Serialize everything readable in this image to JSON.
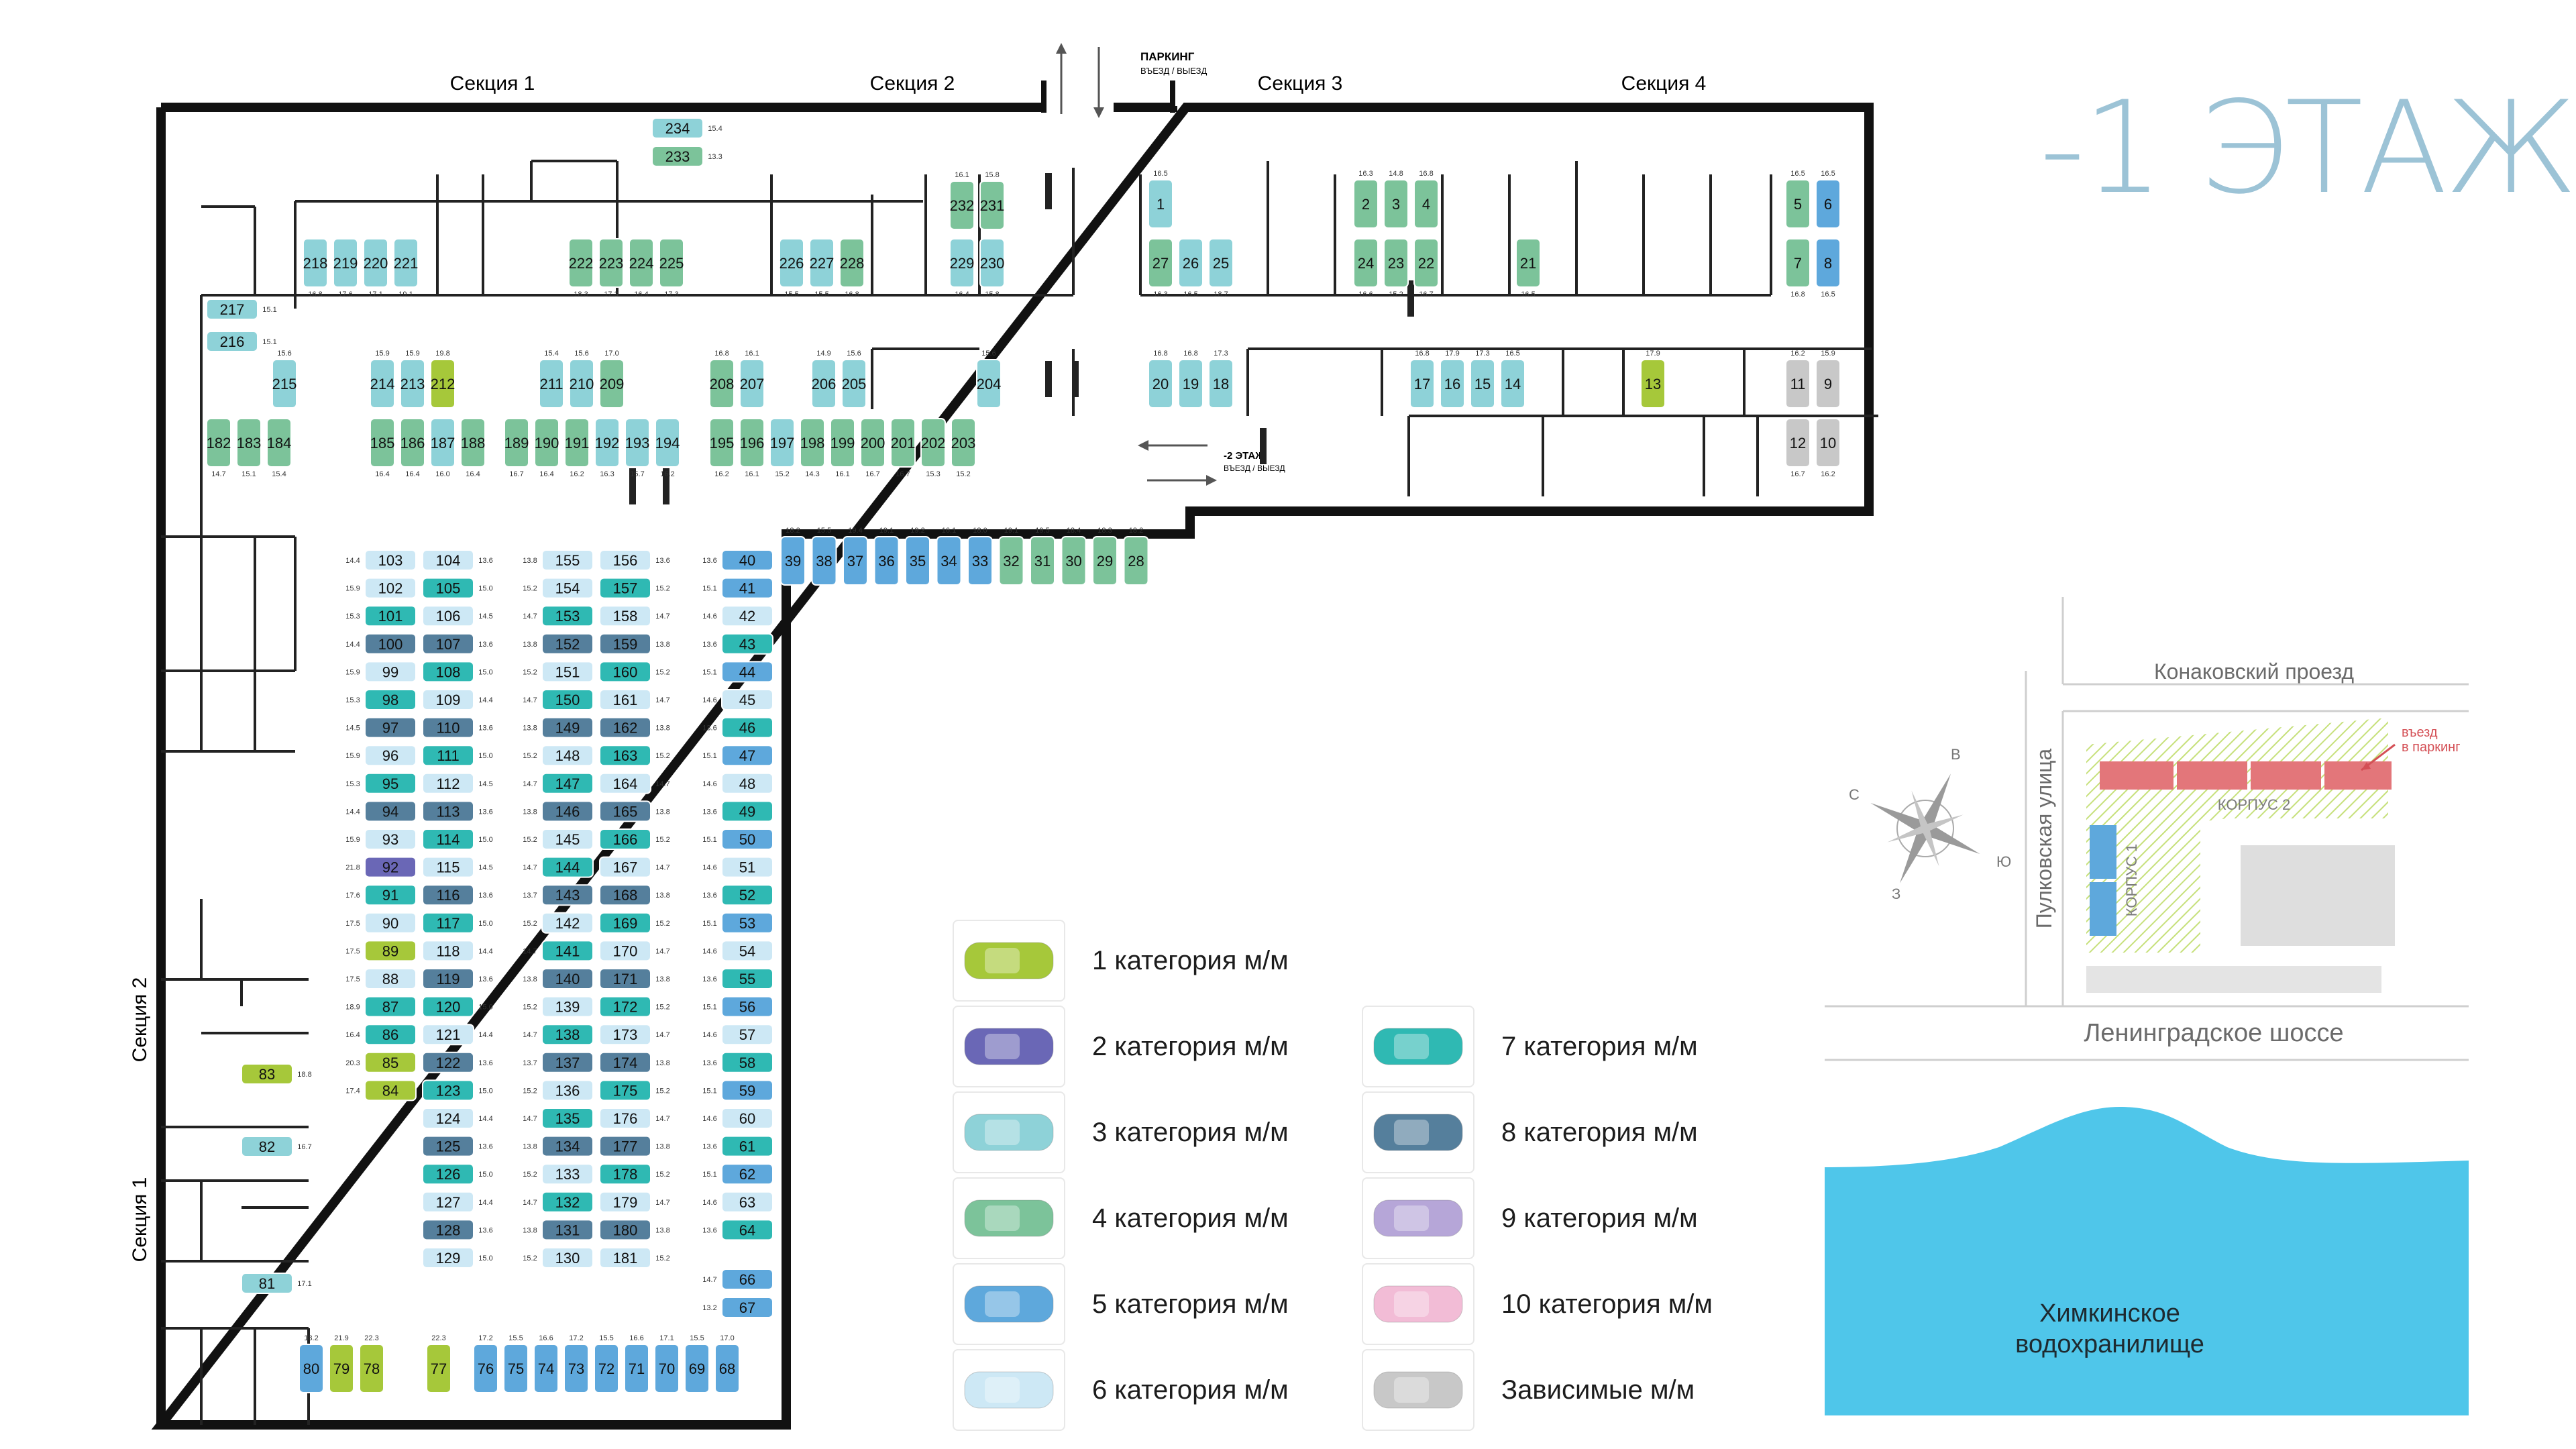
{
  "title": "-1 ЭТАЖ",
  "sections_top": [
    "Секция 1",
    "Секция 2",
    "Секция 3",
    "Секция 4"
  ],
  "sections_left": [
    "Секция 2",
    "Секция 1"
  ],
  "entrance_top": {
    "title": "ПАРКИНГ",
    "subtitle": "ВЪЕЗД / ВЫЕЗД"
  },
  "entrance_mid": {
    "title": "-2 ЭТАЖ",
    "subtitle": "ВЪЕЗД / ВЫЕЗД"
  },
  "colors": {
    "c1": "#a6c83a",
    "c2": "#6a67b6",
    "c3": "#8ed2d8",
    "c4": "#7cc39a",
    "c5": "#5ea8dc",
    "c6": "#cde8f5",
    "c7": "#2fb9b3",
    "c8": "#557f9c",
    "c9": "#b6a6d8",
    "c10": "#f2bcd6",
    "dep": "#c8c8c8"
  },
  "legend": [
    {
      "cat": "c1",
      "label": "1 категория м/м"
    },
    {
      "cat": "c2",
      "label": "2 категория м/м"
    },
    {
      "cat": "c3",
      "label": "3 категория м/м"
    },
    {
      "cat": "c4",
      "label": "4 категория м/м"
    },
    {
      "cat": "c5",
      "label": "5 категория м/м"
    },
    {
      "cat": "c6",
      "label": "6 категория м/м"
    },
    {
      "cat": "c7",
      "label": "7 категория м/м"
    },
    {
      "cat": "c8",
      "label": "8 категория м/м"
    },
    {
      "cat": "c9",
      "label": "9 категория м/м"
    },
    {
      "cat": "c10",
      "label": "10 категория м/м"
    },
    {
      "cat": "dep",
      "label": "Зависимые м/м"
    }
  ],
  "site_map": {
    "road_top": "Конаковский проезд",
    "road_left": "Пулковская улица",
    "road_bottom": "Ленинградское шоссе",
    "entrance_note": [
      "въезд",
      "в паркинг"
    ],
    "korpus1": "КОРПУС 1",
    "korpus2": "КОРПУС 2",
    "water": [
      "Химкинское",
      "водохранилище"
    ],
    "compass": {
      "n": "В",
      "w": "С",
      "e": "Ю",
      "s": "З"
    }
  },
  "spots": [
    {
      "n": "234",
      "cat": "c3",
      "a": "15.4"
    },
    {
      "n": "233",
      "cat": "c4",
      "a": "13.3"
    },
    {
      "n": "218",
      "cat": "c3",
      "a": "16.8"
    },
    {
      "n": "219",
      "cat": "c3",
      "a": "17.6"
    },
    {
      "n": "220",
      "cat": "c3",
      "a": "17.1"
    },
    {
      "n": "221",
      "cat": "c3",
      "a": "19.1"
    },
    {
      "n": "222",
      "cat": "c4",
      "a": "18.3"
    },
    {
      "n": "223",
      "cat": "c4",
      "a": "17.3"
    },
    {
      "n": "224",
      "cat": "c4",
      "a": "16.4"
    },
    {
      "n": "225",
      "cat": "c4",
      "a": "17.3"
    },
    {
      "n": "226",
      "cat": "c3",
      "a": "15.5"
    },
    {
      "n": "227",
      "cat": "c3",
      "a": "15.5"
    },
    {
      "n": "228",
      "cat": "c4",
      "a": "16.8"
    },
    {
      "n": "232",
      "cat": "c4",
      "a": "16.1"
    },
    {
      "n": "231",
      "cat": "c4",
      "a": "15.8"
    },
    {
      "n": "229",
      "cat": "c3",
      "a": "16.4"
    },
    {
      "n": "230",
      "cat": "c3",
      "a": "15.8"
    },
    {
      "n": "217",
      "cat": "c3",
      "a": "15.1"
    },
    {
      "n": "216",
      "cat": "c3",
      "a": "15.1"
    },
    {
      "n": "215",
      "cat": "c3",
      "a": "15.6"
    },
    {
      "n": "214",
      "cat": "c3",
      "a": "15.9"
    },
    {
      "n": "213",
      "cat": "c3",
      "a": "15.9"
    },
    {
      "n": "212",
      "cat": "c1",
      "a": "19.8"
    },
    {
      "n": "211",
      "cat": "c3",
      "a": "15.4"
    },
    {
      "n": "210",
      "cat": "c3",
      "a": "15.6"
    },
    {
      "n": "209",
      "cat": "c4",
      "a": "17.0"
    },
    {
      "n": "208",
      "cat": "c4",
      "a": "16.8"
    },
    {
      "n": "207",
      "cat": "c3",
      "a": "16.1"
    },
    {
      "n": "206",
      "cat": "c3",
      "a": "14.9"
    },
    {
      "n": "205",
      "cat": "c3",
      "a": "15.6"
    },
    {
      "n": "204",
      "cat": "c3",
      "a": "15.6"
    },
    {
      "n": "182",
      "cat": "c4",
      "a": "14.7"
    },
    {
      "n": "183",
      "cat": "c4",
      "a": "15.1"
    },
    {
      "n": "184",
      "cat": "c4",
      "a": "15.4"
    },
    {
      "n": "185",
      "cat": "c4",
      "a": "16.4"
    },
    {
      "n": "186",
      "cat": "c4",
      "a": "16.4"
    },
    {
      "n": "187",
      "cat": "c3",
      "a": "16.0"
    },
    {
      "n": "188",
      "cat": "c4",
      "a": "16.4"
    },
    {
      "n": "189",
      "cat": "c4",
      "a": "16.7"
    },
    {
      "n": "190",
      "cat": "c4",
      "a": "16.4"
    },
    {
      "n": "191",
      "cat": "c4",
      "a": "16.2"
    },
    {
      "n": "192",
      "cat": "c3",
      "a": "16.3"
    },
    {
      "n": "193",
      "cat": "c3",
      "a": "15.7"
    },
    {
      "n": "194",
      "cat": "c3",
      "a": "16.2"
    },
    {
      "n": "195",
      "cat": "c4",
      "a": "16.2"
    },
    {
      "n": "196",
      "cat": "c4",
      "a": "16.1"
    },
    {
      "n": "197",
      "cat": "c3",
      "a": "15.2"
    },
    {
      "n": "198",
      "cat": "c4",
      "a": "14.3"
    },
    {
      "n": "199",
      "cat": "c4",
      "a": "16.1"
    },
    {
      "n": "200",
      "cat": "c4",
      "a": "16.7"
    },
    {
      "n": "201",
      "cat": "c4",
      "a": "16.7"
    },
    {
      "n": "202",
      "cat": "c4",
      "a": "15.3"
    },
    {
      "n": "203",
      "cat": "c4",
      "a": "15.2"
    },
    {
      "n": "1",
      "cat": "c3",
      "a": "16.5"
    },
    {
      "n": "27",
      "cat": "c4",
      "a": "16.3"
    },
    {
      "n": "26",
      "cat": "c3",
      "a": "16.5"
    },
    {
      "n": "25",
      "cat": "c3",
      "a": "18.7"
    },
    {
      "n": "2",
      "cat": "c4",
      "a": "16.3"
    },
    {
      "n": "3",
      "cat": "c4",
      "a": "14.8"
    },
    {
      "n": "4",
      "cat": "c4",
      "a": "16.8"
    },
    {
      "n": "24",
      "cat": "c4",
      "a": "16.6"
    },
    {
      "n": "23",
      "cat": "c4",
      "a": "15.2"
    },
    {
      "n": "22",
      "cat": "c4",
      "a": "16.7"
    },
    {
      "n": "21",
      "cat": "c4",
      "a": "16.5"
    },
    {
      "n": "5",
      "cat": "c4",
      "a": "16.5"
    },
    {
      "n": "6",
      "cat": "c5",
      "a": "16.5"
    },
    {
      "n": "7",
      "cat": "c4",
      "a": "16.8"
    },
    {
      "n": "8",
      "cat": "c5",
      "a": "16.5"
    },
    {
      "n": "20",
      "cat": "c3",
      "a": "16.8"
    },
    {
      "n": "19",
      "cat": "c3",
      "a": "16.8"
    },
    {
      "n": "18",
      "cat": "c3",
      "a": "17.3"
    },
    {
      "n": "17",
      "cat": "c3",
      "a": "16.8"
    },
    {
      "n": "16",
      "cat": "c3",
      "a": "17.9"
    },
    {
      "n": "15",
      "cat": "c3",
      "a": "17.3"
    },
    {
      "n": "14",
      "cat": "c3",
      "a": "16.5"
    },
    {
      "n": "13",
      "cat": "c1",
      "a": "17.9"
    },
    {
      "n": "11",
      "cat": "dep",
      "a": "16.2"
    },
    {
      "n": "9",
      "cat": "dep",
      "a": "15.9"
    },
    {
      "n": "12",
      "cat": "dep",
      "a": "16.7"
    },
    {
      "n": "10",
      "cat": "dep",
      "a": "16.2"
    },
    {
      "n": "39",
      "cat": "c5",
      "a": "18.2"
    },
    {
      "n": "38",
      "cat": "c5",
      "a": "15.5"
    },
    {
      "n": "37",
      "cat": "c5",
      "a": "19.4"
    },
    {
      "n": "36",
      "cat": "c5",
      "a": "19.1"
    },
    {
      "n": "35",
      "cat": "c5",
      "a": "19.2"
    },
    {
      "n": "34",
      "cat": "c5",
      "a": "16.1"
    },
    {
      "n": "33",
      "cat": "c5",
      "a": "18.0"
    },
    {
      "n": "32",
      "cat": "c4",
      "a": "19.1"
    },
    {
      "n": "31",
      "cat": "c4",
      "a": "19.5"
    },
    {
      "n": "30",
      "cat": "c4",
      "a": "18.4"
    },
    {
      "n": "29",
      "cat": "c4",
      "a": "18.3"
    },
    {
      "n": "28",
      "cat": "c4",
      "a": "18.2"
    },
    {
      "n": "103",
      "cat": "c6",
      "a": "14.4"
    },
    {
      "n": "102",
      "cat": "c6",
      "a": "15.9"
    },
    {
      "n": "101",
      "cat": "c7",
      "a": "15.3"
    },
    {
      "n": "100",
      "cat": "c8",
      "a": "14.4"
    },
    {
      "n": "99",
      "cat": "c6",
      "a": "15.9"
    },
    {
      "n": "98",
      "cat": "c7",
      "a": "15.3"
    },
    {
      "n": "97",
      "cat": "c8",
      "a": "14.5"
    },
    {
      "n": "96",
      "cat": "c6",
      "a": "15.9"
    },
    {
      "n": "95",
      "cat": "c7",
      "a": "15.3"
    },
    {
      "n": "94",
      "cat": "c8",
      "a": "14.4"
    },
    {
      "n": "93",
      "cat": "c6",
      "a": "15.9"
    },
    {
      "n": "92",
      "cat": "c2",
      "a": "21.8"
    },
    {
      "n": "91",
      "cat": "c7",
      "a": "17.6"
    },
    {
      "n": "90",
      "cat": "c6",
      "a": "17.5"
    },
    {
      "n": "89",
      "cat": "c1",
      "a": "17.5"
    },
    {
      "n": "88",
      "cat": "c6",
      "a": "17.5"
    },
    {
      "n": "87",
      "cat": "c7",
      "a": "18.9"
    },
    {
      "n": "86",
      "cat": "c7",
      "a": "16.4"
    },
    {
      "n": "85",
      "cat": "c1",
      "a": "20.3"
    },
    {
      "n": "84",
      "cat": "c1",
      "a": "17.4"
    },
    {
      "n": "104",
      "cat": "c6",
      "a": "13.6"
    },
    {
      "n": "105",
      "cat": "c7",
      "a": "15.0"
    },
    {
      "n": "106",
      "cat": "c6",
      "a": "14.5"
    },
    {
      "n": "107",
      "cat": "c8",
      "a": "13.6"
    },
    {
      "n": "108",
      "cat": "c7",
      "a": "15.0"
    },
    {
      "n": "109",
      "cat": "c6",
      "a": "14.4"
    },
    {
      "n": "110",
      "cat": "c8",
      "a": "13.6"
    },
    {
      "n": "111",
      "cat": "c7",
      "a": "15.0"
    },
    {
      "n": "112",
      "cat": "c6",
      "a": "14.5"
    },
    {
      "n": "113",
      "cat": "c8",
      "a": "13.6"
    },
    {
      "n": "114",
      "cat": "c7",
      "a": "15.0"
    },
    {
      "n": "115",
      "cat": "c6",
      "a": "14.5"
    },
    {
      "n": "116",
      "cat": "c8",
      "a": "13.6"
    },
    {
      "n": "117",
      "cat": "c7",
      "a": "15.0"
    },
    {
      "n": "118",
      "cat": "c6",
      "a": "14.4"
    },
    {
      "n": "119",
      "cat": "c8",
      "a": "13.6"
    },
    {
      "n": "120",
      "cat": "c7",
      "a": "15.0"
    },
    {
      "n": "121",
      "cat": "c6",
      "a": "14.4"
    },
    {
      "n": "122",
      "cat": "c8",
      "a": "13.6"
    },
    {
      "n": "123",
      "cat": "c7",
      "a": "15.0"
    },
    {
      "n": "124",
      "cat": "c6",
      "a": "14.4"
    },
    {
      "n": "125",
      "cat": "c8",
      "a": "13.6"
    },
    {
      "n": "126",
      "cat": "c7",
      "a": "15.0"
    },
    {
      "n": "127",
      "cat": "c6",
      "a": "14.4"
    },
    {
      "n": "128",
      "cat": "c8",
      "a": "13.6"
    },
    {
      "n": "129",
      "cat": "c6",
      "a": "15.0"
    },
    {
      "n": "155",
      "cat": "c6",
      "a": "13.8"
    },
    {
      "n": "154",
      "cat": "c6",
      "a": "15.2"
    },
    {
      "n": "153",
      "cat": "c7",
      "a": "14.7"
    },
    {
      "n": "152",
      "cat": "c8",
      "a": "13.8"
    },
    {
      "n": "151",
      "cat": "c6",
      "a": "15.2"
    },
    {
      "n": "150",
      "cat": "c7",
      "a": "14.7"
    },
    {
      "n": "149",
      "cat": "c8",
      "a": "13.8"
    },
    {
      "n": "148",
      "cat": "c6",
      "a": "15.2"
    },
    {
      "n": "147",
      "cat": "c7",
      "a": "14.7"
    },
    {
      "n": "146",
      "cat": "c8",
      "a": "13.8"
    },
    {
      "n": "145",
      "cat": "c6",
      "a": "15.2"
    },
    {
      "n": "144",
      "cat": "c7",
      "a": "14.7"
    },
    {
      "n": "143",
      "cat": "c8",
      "a": "13.7"
    },
    {
      "n": "142",
      "cat": "c6",
      "a": "15.2"
    },
    {
      "n": "141",
      "cat": "c7",
      "a": "14.7"
    },
    {
      "n": "140",
      "cat": "c8",
      "a": "13.8"
    },
    {
      "n": "139",
      "cat": "c6",
      "a": "15.2"
    },
    {
      "n": "138",
      "cat": "c7",
      "a": "14.7"
    },
    {
      "n": "137",
      "cat": "c8",
      "a": "13.7"
    },
    {
      "n": "136",
      "cat": "c6",
      "a": "15.2"
    },
    {
      "n": "135",
      "cat": "c7",
      "a": "14.7"
    },
    {
      "n": "134",
      "cat": "c8",
      "a": "13.8"
    },
    {
      "n": "133",
      "cat": "c6",
      "a": "15.2"
    },
    {
      "n": "132",
      "cat": "c7",
      "a": "14.7"
    },
    {
      "n": "131",
      "cat": "c8",
      "a": "13.8"
    },
    {
      "n": "130",
      "cat": "c6",
      "a": "15.2"
    },
    {
      "n": "156",
      "cat": "c6",
      "a": "13.6"
    },
    {
      "n": "157",
      "cat": "c7",
      "a": "15.2"
    },
    {
      "n": "158",
      "cat": "c6",
      "a": "14.7"
    },
    {
      "n": "159",
      "cat": "c8",
      "a": "13.8"
    },
    {
      "n": "160",
      "cat": "c7",
      "a": "15.2"
    },
    {
      "n": "161",
      "cat": "c6",
      "a": "14.7"
    },
    {
      "n": "162",
      "cat": "c8",
      "a": "13.8"
    },
    {
      "n": "163",
      "cat": "c7",
      "a": "15.2"
    },
    {
      "n": "164",
      "cat": "c6",
      "a": "14.7"
    },
    {
      "n": "165",
      "cat": "c8",
      "a": "13.8"
    },
    {
      "n": "166",
      "cat": "c7",
      "a": "15.2"
    },
    {
      "n": "167",
      "cat": "c6",
      "a": "14.7"
    },
    {
      "n": "168",
      "cat": "c8",
      "a": "13.8"
    },
    {
      "n": "169",
      "cat": "c7",
      "a": "15.2"
    },
    {
      "n": "170",
      "cat": "c6",
      "a": "14.7"
    },
    {
      "n": "171",
      "cat": "c8",
      "a": "13.8"
    },
    {
      "n": "172",
      "cat": "c7",
      "a": "15.2"
    },
    {
      "n": "173",
      "cat": "c6",
      "a": "14.7"
    },
    {
      "n": "174",
      "cat": "c8",
      "a": "13.8"
    },
    {
      "n": "175",
      "cat": "c7",
      "a": "15.2"
    },
    {
      "n": "176",
      "cat": "c6",
      "a": "14.7"
    },
    {
      "n": "177",
      "cat": "c8",
      "a": "13.8"
    },
    {
      "n": "178",
      "cat": "c7",
      "a": "15.2"
    },
    {
      "n": "179",
      "cat": "c6",
      "a": "14.7"
    },
    {
      "n": "180",
      "cat": "c8",
      "a": "13.8"
    },
    {
      "n": "181",
      "cat": "c6",
      "a": "15.2"
    },
    {
      "n": "40",
      "cat": "c5",
      "a": "13.6"
    },
    {
      "n": "41",
      "cat": "c5",
      "a": "15.1"
    },
    {
      "n": "42",
      "cat": "c6",
      "a": "14.6"
    },
    {
      "n": "43",
      "cat": "c7",
      "a": "13.6"
    },
    {
      "n": "44",
      "cat": "c5",
      "a": "15.1"
    },
    {
      "n": "45",
      "cat": "c6",
      "a": "14.6"
    },
    {
      "n": "46",
      "cat": "c7",
      "a": "13.6"
    },
    {
      "n": "47",
      "cat": "c5",
      "a": "15.1"
    },
    {
      "n": "48",
      "cat": "c6",
      "a": "14.6"
    },
    {
      "n": "49",
      "cat": "c7",
      "a": "13.6"
    },
    {
      "n": "50",
      "cat": "c5",
      "a": "15.1"
    },
    {
      "n": "51",
      "cat": "c6",
      "a": "14.6"
    },
    {
      "n": "52",
      "cat": "c7",
      "a": "13.6"
    },
    {
      "n": "53",
      "cat": "c5",
      "a": "15.1"
    },
    {
      "n": "54",
      "cat": "c6",
      "a": "14.6"
    },
    {
      "n": "55",
      "cat": "c7",
      "a": "13.6"
    },
    {
      "n": "56",
      "cat": "c5",
      "a": "15.1"
    },
    {
      "n": "57",
      "cat": "c6",
      "a": "14.6"
    },
    {
      "n": "58",
      "cat": "c7",
      "a": "13.6"
    },
    {
      "n": "59",
      "cat": "c5",
      "a": "15.1"
    },
    {
      "n": "60",
      "cat": "c6",
      "a": "14.6"
    },
    {
      "n": "61",
      "cat": "c7",
      "a": "13.6"
    },
    {
      "n": "62",
      "cat": "c5",
      "a": "15.1"
    },
    {
      "n": "63",
      "cat": "c6",
      "a": "14.6"
    },
    {
      "n": "64",
      "cat": "c7",
      "a": "13.6"
    },
    {
      "n": "66",
      "cat": "c5",
      "a": "14.7"
    },
    {
      "n": "67",
      "cat": "c5",
      "a": "13.2"
    },
    {
      "n": "83",
      "cat": "c1",
      "a": "18.8"
    },
    {
      "n": "82",
      "cat": "c3",
      "a": "16.7"
    },
    {
      "n": "81",
      "cat": "c3",
      "a": "17.1"
    },
    {
      "n": "80",
      "cat": "c5",
      "a": "18.2"
    },
    {
      "n": "79",
      "cat": "c1",
      "a": "21.9"
    },
    {
      "n": "78",
      "cat": "c1",
      "a": "22.3"
    },
    {
      "n": "77",
      "cat": "c1",
      "a": "22.3"
    },
    {
      "n": "76",
      "cat": "c5",
      "a": "17.2"
    },
    {
      "n": "75",
      "cat": "c5",
      "a": "15.5"
    },
    {
      "n": "74",
      "cat": "c5",
      "a": "16.6"
    },
    {
      "n": "73",
      "cat": "c5",
      "a": "17.2"
    },
    {
      "n": "72",
      "cat": "c5",
      "a": "15.5"
    },
    {
      "n": "71",
      "cat": "c5",
      "a": "16.6"
    },
    {
      "n": "70",
      "cat": "c5",
      "a": "17.1"
    },
    {
      "n": "69",
      "cat": "c5",
      "a": "15.5"
    },
    {
      "n": "68",
      "cat": "c5",
      "a": "17.0"
    }
  ]
}
